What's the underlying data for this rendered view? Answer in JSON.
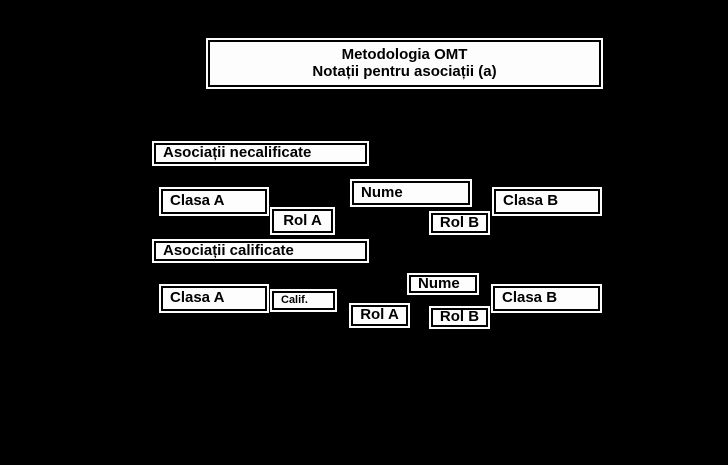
{
  "slide": {
    "title_line1": "Metodologia OMT",
    "title_line2": "Notații pentru asociații (a)"
  },
  "section1": {
    "label": "Asociații necalificate",
    "clasa_a": "Clasa A",
    "rol_a": "Rol A",
    "nume": "Nume",
    "rol_b": "Rol B",
    "clasa_b": "Clasa B"
  },
  "section2": {
    "label": "Asociații calificate",
    "clasa_a": "Clasa A",
    "calif": "Calif.",
    "rol_a": "Rol A",
    "nume": "Nume",
    "rol_b": "Rol B",
    "clasa_b": "Clasa B"
  },
  "colors": {
    "background": "#000000",
    "box_fill": "#fdfdfd",
    "box_border": "#000000",
    "text": "#000000"
  }
}
